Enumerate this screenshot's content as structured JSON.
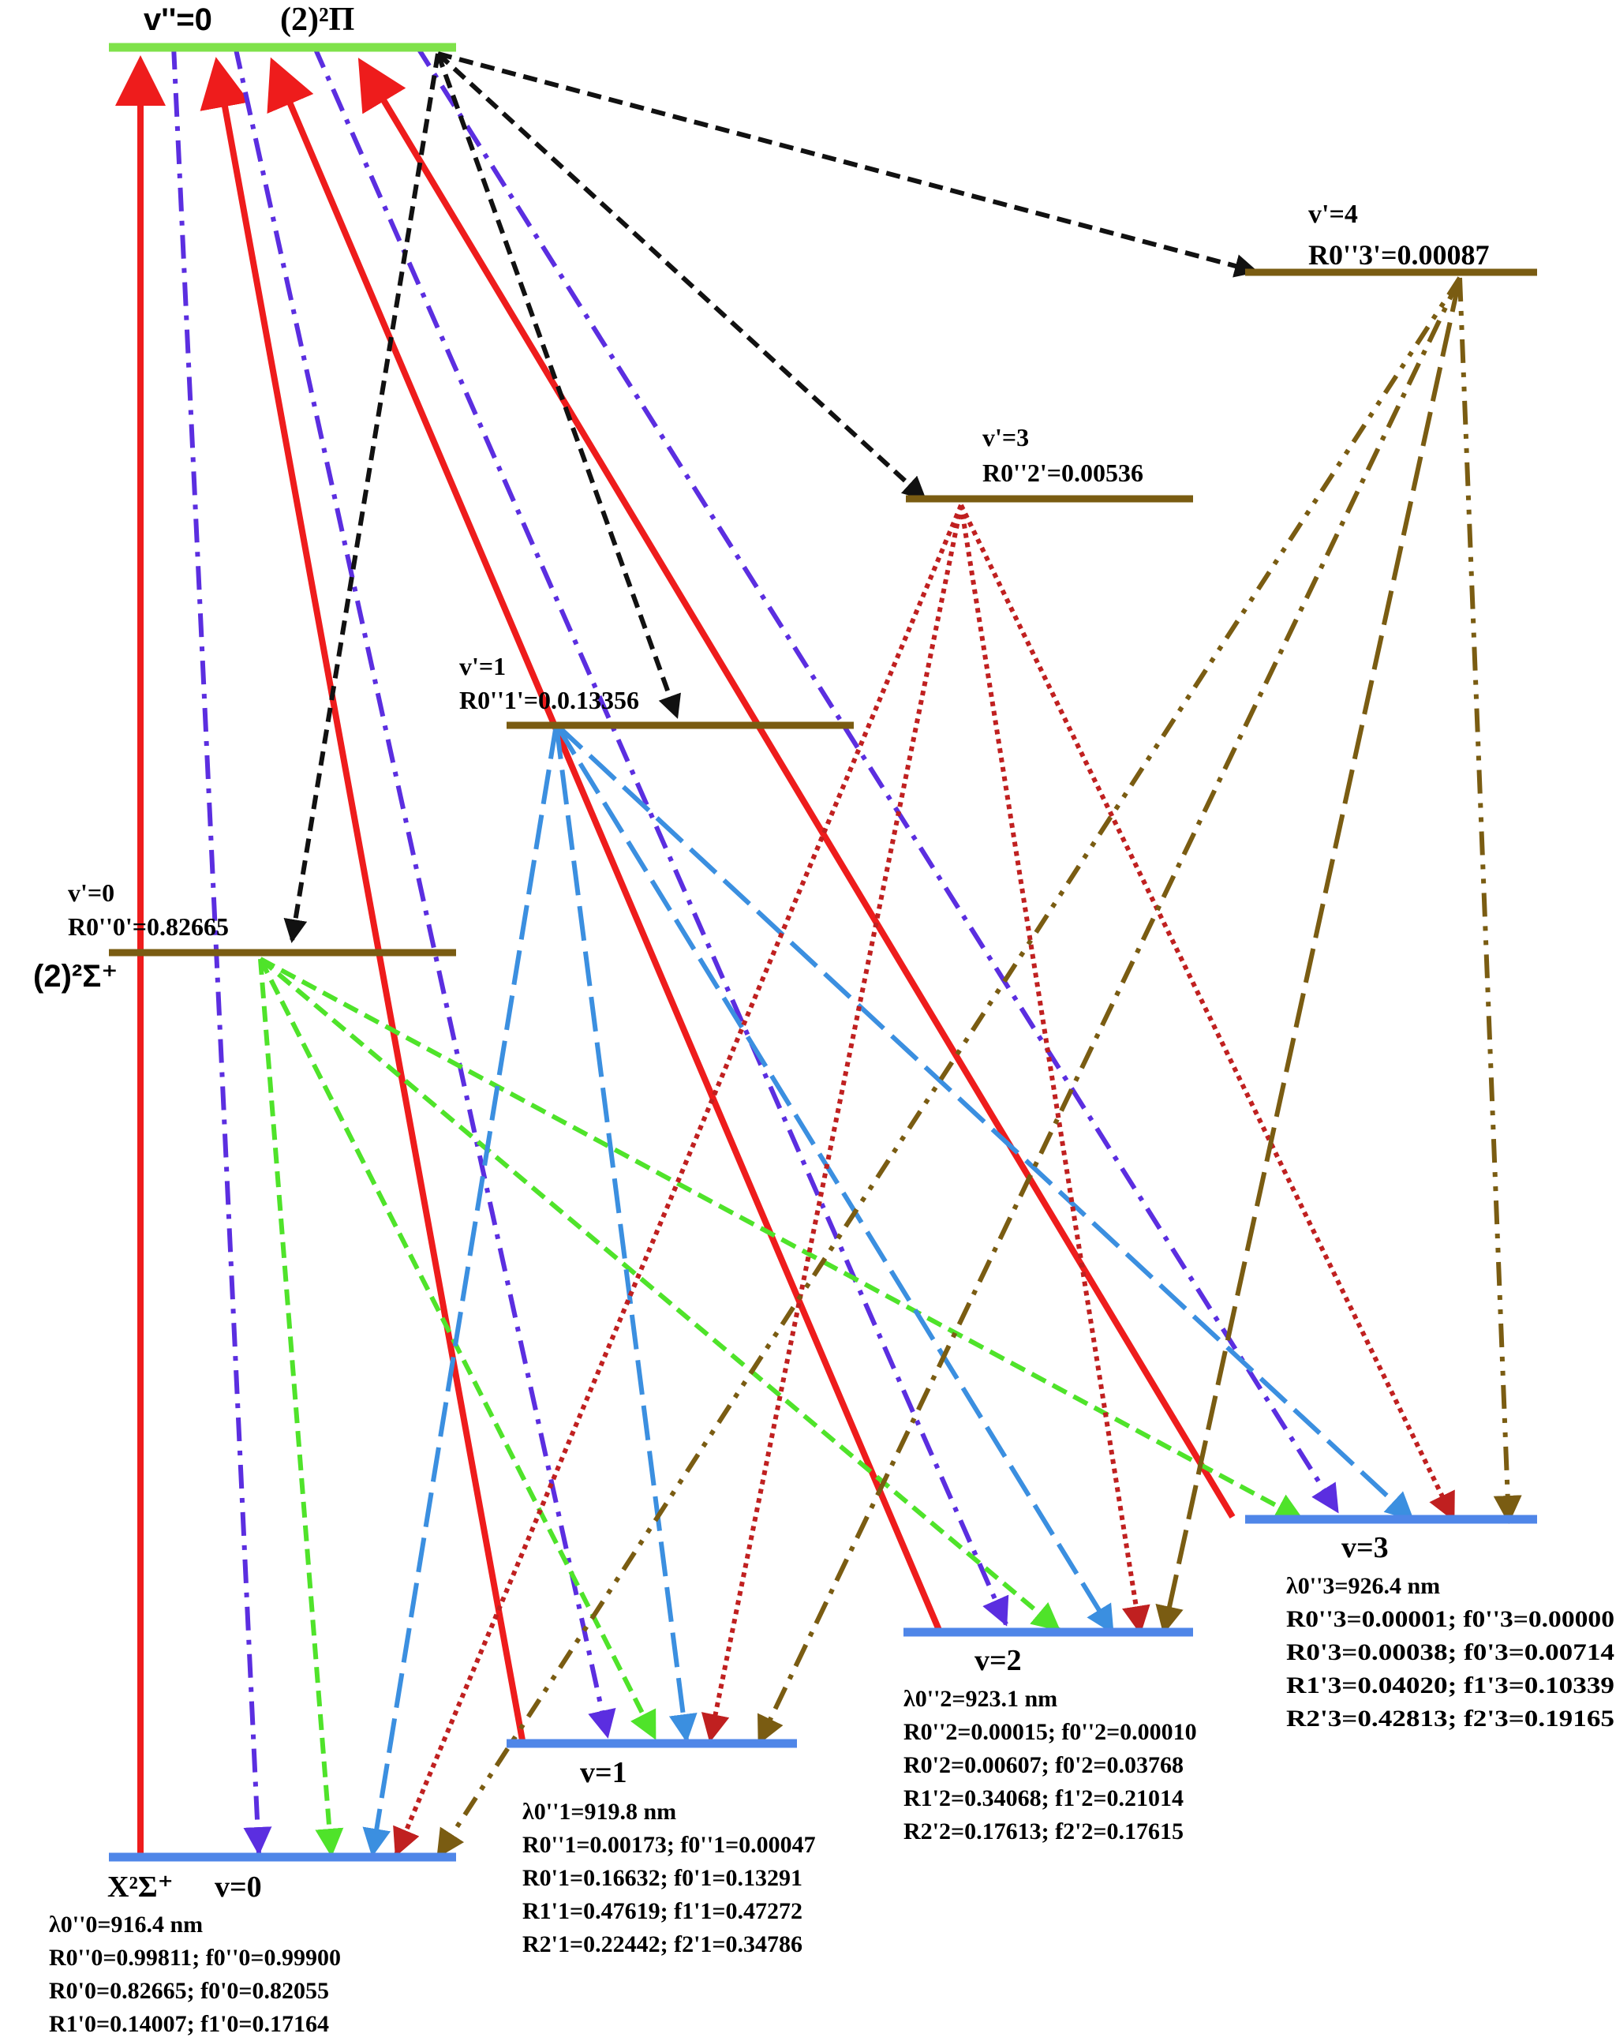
{
  "upper_state": {
    "level_label": "v''=0",
    "state_label": "(2)²Π",
    "color": "#7fe24a"
  },
  "middle_state": {
    "state_label": "(2)²Σ⁺",
    "color": "#7a5c12",
    "levels": [
      {
        "id": "v0p",
        "label": "v'=0",
        "ratio": "R0''0'=0.82665"
      },
      {
        "id": "v1p",
        "label": "v'=1",
        "ratio": "R0''1'=0.0.13356"
      },
      {
        "id": "v3p",
        "label": "v'=3",
        "ratio": "R0''2'=0.00536"
      },
      {
        "id": "v4p",
        "label": "v'=4",
        "ratio": "R0''3'=0.00087"
      }
    ]
  },
  "ground_state": {
    "state_label": "X²Σ⁺",
    "color": "#4f86e8",
    "levels": [
      {
        "id": "v0",
        "label": "v=0",
        "wavelength": "λ0''0=916.4 nm",
        "lines": [
          "R0''0=0.99811;  f0''0=0.99900",
          "R0'0=0.82665;  f0'0=0.82055",
          "R1'0=0.14007;  f1'0=0.17164"
        ]
      },
      {
        "id": "v1",
        "label": "v=1",
        "wavelength": "λ0''1=919.8 nm",
        "lines": [
          "R0''1=0.00173;  f0''1=0.00047",
          "R0'1=0.16632;  f0'1=0.13291",
          "R1'1=0.47619;  f1'1=0.47272",
          "R2'1=0.22442;  f2'1=0.34786"
        ]
      },
      {
        "id": "v2",
        "label": "v=2",
        "wavelength": "λ0''2=923.1 nm",
        "lines": [
          "R0''2=0.00015;  f0''2=0.00010",
          "R0'2=0.00607;  f0'2=0.03768",
          "R1'2=0.34068;  f1'2=0.21014",
          "R2'2=0.17613;  f2'2=0.17615"
        ]
      },
      {
        "id": "v3",
        "label": "v=3",
        "wavelength": "λ0''3=926.4 nm",
        "lines": [
          "R0''3=0.00001;  f0''3=0.00000",
          "R0'3=0.00038;  f0'3=0.00714",
          "R1'3=0.04020;  f1'3=0.10339",
          "R2'3=0.42813;  f2'3=0.19165"
        ]
      }
    ]
  },
  "arrow_colors": {
    "excitation": "#ee1c1c",
    "upper_decay": "#5b2ee0",
    "intermediate_decay": "#111111",
    "from_v0p": "#4fe32a",
    "from_v1p": "#3b8fe0",
    "from_v3p": "#c02020",
    "from_v4p": "#7a5c12"
  }
}
